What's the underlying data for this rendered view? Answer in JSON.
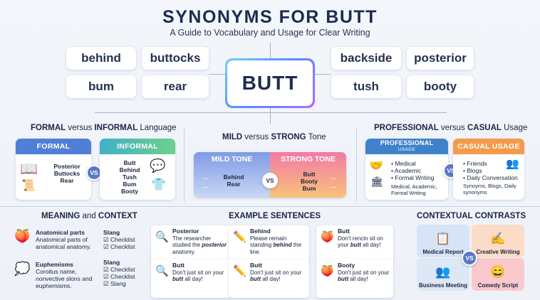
{
  "title": "SYNONYMS FOR BUTT",
  "subtitle": "A Guide to Vocabulary and Usage for Clear Writing",
  "center_word": "BUTT",
  "synonyms": [
    "behind",
    "buttocks",
    "bum",
    "rear",
    "backside",
    "posterior",
    "tush",
    "booty"
  ],
  "formal_section": {
    "head_a": "FORMAL",
    "versus": " versus ",
    "head_b": "INFORMAL",
    "tail": " Language",
    "formal_label": "FORMAL",
    "formal_words": [
      "Posterior",
      "Buttocks",
      "Rear"
    ],
    "informal_label": "INFORMAL",
    "informal_words": [
      "Butt",
      "Behind",
      "Tush",
      "Bum",
      "Booty"
    ],
    "vs": "VS"
  },
  "mild_section": {
    "head_a": "MILD",
    "versus": " versus ",
    "head_b": "STRONG",
    "tail": " Tone",
    "mild_label": "MILD TONE",
    "mild_words": [
      "Behind",
      "Rear"
    ],
    "strong_label": "STRONG TONE",
    "strong_words": [
      "Butt",
      "Booty",
      "Bum"
    ],
    "vs": "VS"
  },
  "prof_section": {
    "head_a": "PROFESSIONAL",
    "versus": " versus ",
    "head_b": "CASUAL",
    "tail": " Usage",
    "prof_label": "PROFESSIONAL",
    "prof_sub": "USAGE",
    "prof_items": [
      "• Medical",
      "• Academic",
      "• Formal Writing"
    ],
    "prof_note": "Medical, Academic, Formal Writing",
    "casual_label": "CASUAL USAGE",
    "casual_items": [
      "• Friends",
      "• Blogs",
      "• Daily Conversation"
    ],
    "casual_note": "Synoyms, Blogs, Daily synonyms",
    "vs": "VS"
  },
  "meaning": {
    "head_a": "MEANING",
    "mid": " and ",
    "head_b": "CONTEXT",
    "item1_title": "Anatomical parts",
    "item1_text": "Anatomical parts of anatomical anatomy.",
    "item2_title": "Euphemisms",
    "item2_text": "Coroitus name, nonvective slons and euphemisms.",
    "slang1_title": "Slang",
    "slang1_items": [
      "☑ Checklist",
      "☑ Checklist"
    ],
    "slang2_title": "Slang",
    "slang2_items": [
      "☑ Checklist",
      "☑ Checklist",
      "☑ Slang"
    ]
  },
  "examples": {
    "head": "EXAMPLE SENTENCES",
    "items": [
      {
        "word": "Posterior",
        "pre": "The researcher studied the ",
        "em": "posterior",
        "post": " anatomy."
      },
      {
        "word": "Behind",
        "pre": "Please remain standing ",
        "em": "behind",
        "post": " the line."
      },
      {
        "word": "Butt",
        "pre": "Don't rencin sit on your ",
        "em": "butt",
        "post": " all day!"
      },
      {
        "word": "Butt",
        "pre": "Don't just sit on your ",
        "em": "butt",
        "post": " all day!"
      },
      {
        "word": "Butt",
        "pre": "Don't just sit on your ",
        "em": "butt",
        "post": " all day!"
      },
      {
        "word": "Booty",
        "pre": "Don't just sit on your ",
        "em": "butt",
        "post": " all day!"
      }
    ]
  },
  "contrasts": {
    "head": "CONTEXTUAL CONTRASTS",
    "tiles": [
      "Medical Report",
      "Creative Writing",
      "Business Meeting",
      "Comedy Script"
    ],
    "vs": "VS"
  },
  "colors": {
    "formal": "#4f7fd6",
    "informal": "#3fb98a",
    "mild": "#6f8fe0",
    "strong": "#f07aa0",
    "prof": "#3f82c9",
    "casual": "#f39a4b"
  }
}
